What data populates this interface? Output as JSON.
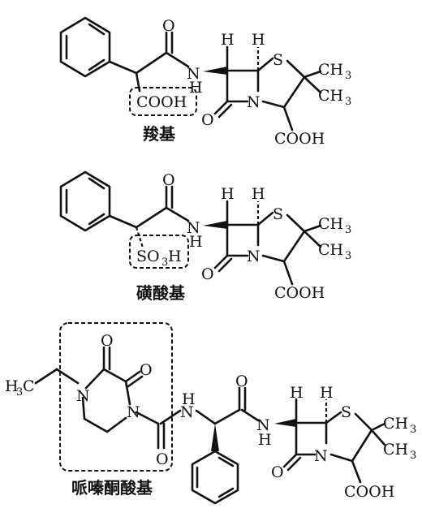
{
  "atoms": {
    "O": "O",
    "N": "N",
    "S": "S",
    "H": "H",
    "NH": "N",
    "COOH": "COOH",
    "CH3": "CH",
    "sub3": "3",
    "SO3H_S": "SO",
    "SO3H_3": "3",
    "SO3H_H": "H",
    "H3C_H": "H",
    "H3C_C": "C"
  },
  "captions": {
    "carboxyl": "羧基",
    "sulfonic": "磺酸基",
    "piperazinedione": "哌嗪酮酸基"
  }
}
